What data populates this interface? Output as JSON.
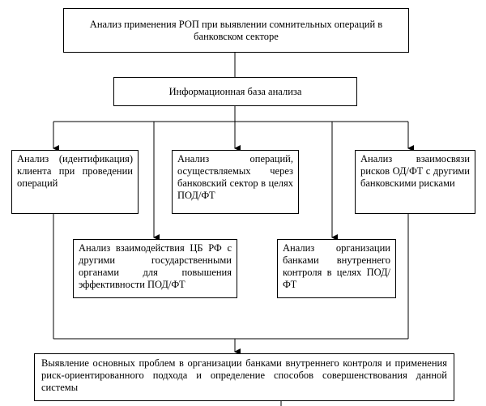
{
  "top": {
    "text": "Анализ применения РОП при выявлении сомнительных операций в банковском секторе"
  },
  "info_base": {
    "text": "Информационная база анализа"
  },
  "client": {
    "text": "Анализ (идентификация) клиента при проведении операций"
  },
  "operations": {
    "text": "Анализ операций, осуществляемых через банковский сектор в целях ПОД/ФТ"
  },
  "risks": {
    "text": "Анализ взаимосвязи рисков ОД/ФТ с другими банковскими рисками"
  },
  "cb_interaction": {
    "text": "Анализ взаимодействия ЦБ РФ с другими государственными органами для повышения эффективности ПОД/ФТ"
  },
  "internal_control": {
    "text": "Анализ организации банками внутреннего контроля в целях ПОД/ФТ"
  },
  "bottom": {
    "text": "Выявление основных проблем в организации банками внутреннего контроля и применения риск-ориентированного подхода и определение способов совершенствования данной системы"
  }
}
